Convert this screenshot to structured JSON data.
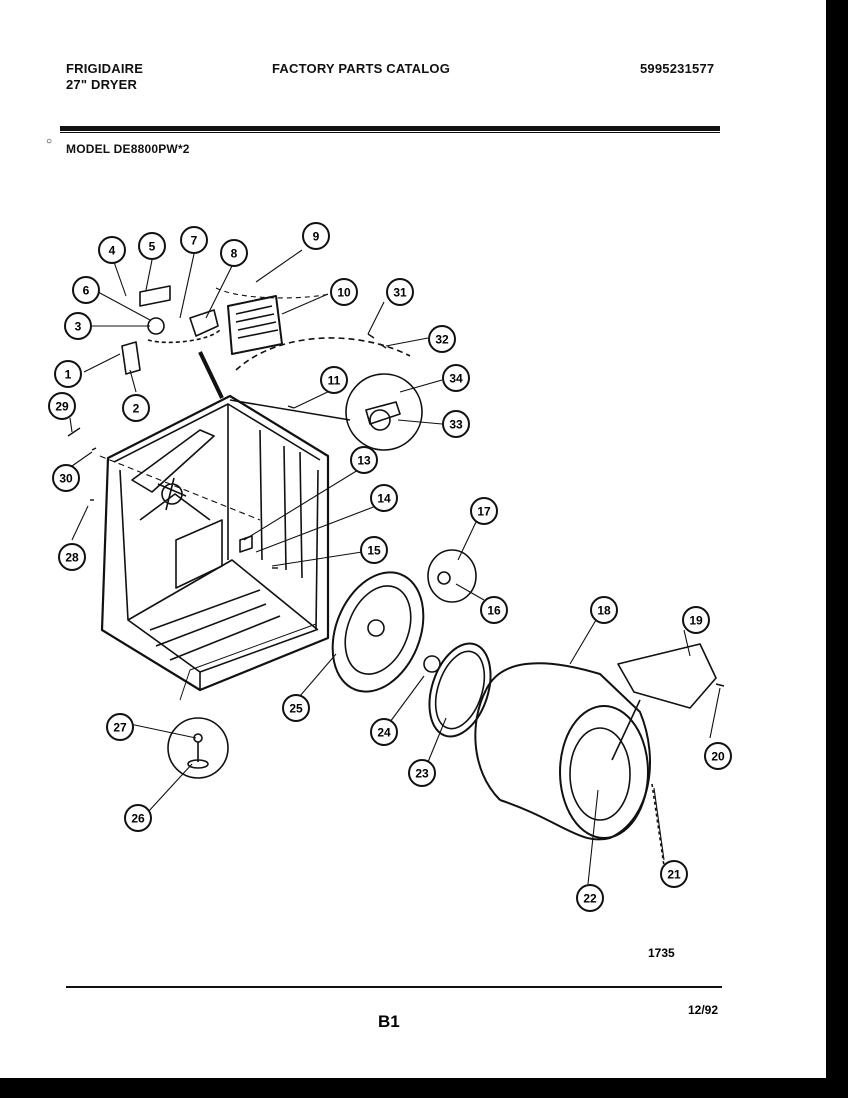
{
  "header": {
    "brand_line1": "FRIGIDAIRE",
    "brand_line2": "27\" DRYER",
    "catalog_title": "FACTORY PARTS CATALOG",
    "catalog_number": "5995231577",
    "model": "MODEL DE8800PW*2"
  },
  "footer": {
    "diagram_id": "1735",
    "page_code": "B1",
    "date": "12/92"
  },
  "callouts": [
    "1",
    "2",
    "3",
    "4",
    "5",
    "6",
    "7",
    "8",
    "9",
    "10",
    "11",
    "13",
    "14",
    "15",
    "16",
    "17",
    "18",
    "19",
    "20",
    "21",
    "22",
    "23",
    "24",
    "25",
    "26",
    "27",
    "28",
    "29",
    "30",
    "31",
    "32",
    "33",
    "34"
  ]
}
